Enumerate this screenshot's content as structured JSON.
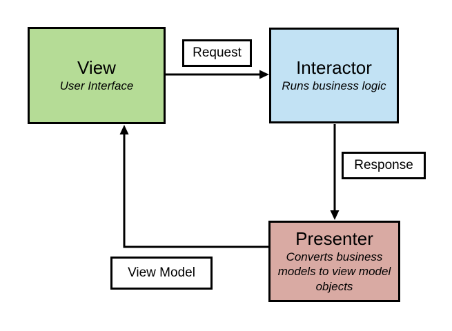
{
  "diagram": {
    "type": "architecture-cycle",
    "background": "#ffffff",
    "nodes": [
      {
        "id": "view",
        "title": "View",
        "subtitle": "User Interface",
        "fill": "#b5dc96",
        "border": "#000000"
      },
      {
        "id": "interactor",
        "title": "Interactor",
        "subtitle": "Runs business logic",
        "fill": "#c2e2f4",
        "border": "#000000"
      },
      {
        "id": "presenter",
        "title": "Presenter",
        "subtitle": "Converts business\nmodels to view model\nobjects",
        "fill": "#d9aaa3",
        "border": "#000000"
      }
    ],
    "edges": [
      {
        "id": "request",
        "label": "Request",
        "from": "View",
        "to": "Interactor"
      },
      {
        "id": "response",
        "label": "Response",
        "from": "Interactor",
        "to": "Presenter"
      },
      {
        "id": "view_model",
        "label": "View Model",
        "from": "Presenter",
        "to": "View"
      }
    ],
    "arrow_color": "#000000"
  }
}
